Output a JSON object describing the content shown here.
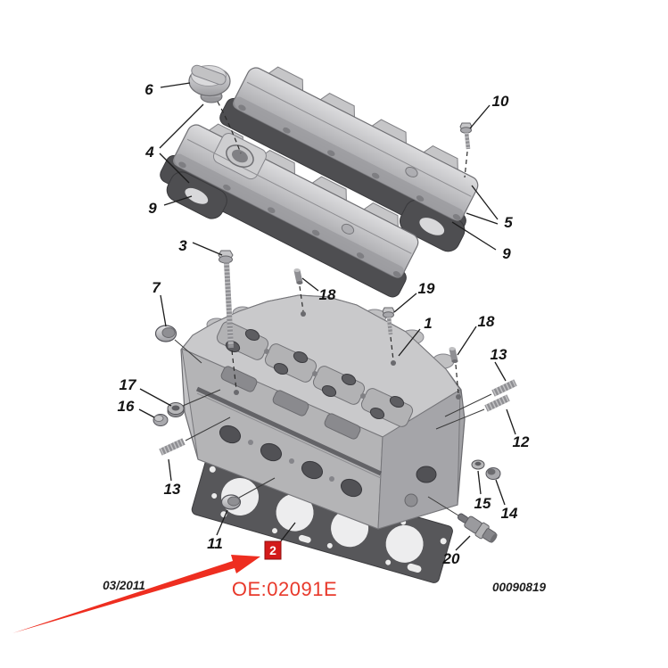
{
  "page": {
    "background": "#ffffff"
  },
  "palette": {
    "line": "#1c1c1c",
    "part_light": "#d6d6d8",
    "part_mid": "#ababaf",
    "part_dark": "#77777a",
    "gasket_dark": "#4e4e51",
    "arrow_red": "#ee2e20",
    "badge_red": "#d31a1a",
    "oe_red": "#e8392b"
  },
  "callouts": {
    "c6": {
      "label": "6"
    },
    "c4": {
      "label": "4"
    },
    "c9a": {
      "label": "9"
    },
    "c3": {
      "label": "3"
    },
    "c7": {
      "label": "7"
    },
    "c18a": {
      "label": "18"
    },
    "c10": {
      "label": "10"
    },
    "c5": {
      "label": "5"
    },
    "c9b": {
      "label": "9"
    },
    "c19": {
      "label": "19"
    },
    "c1": {
      "label": "1"
    },
    "c18b": {
      "label": "18"
    },
    "c13b": {
      "label": "13"
    },
    "c12": {
      "label": "12"
    },
    "c17": {
      "label": "17"
    },
    "c16": {
      "label": "16"
    },
    "c13a": {
      "label": "13"
    },
    "c11": {
      "label": "11"
    },
    "c15": {
      "label": "15"
    },
    "c14": {
      "label": "14"
    },
    "c20": {
      "label": "20"
    }
  },
  "badge": {
    "label": "2"
  },
  "oe": {
    "text": "OE:02091E"
  },
  "footer": {
    "date": "03/2011",
    "doc_number": "00090819"
  }
}
